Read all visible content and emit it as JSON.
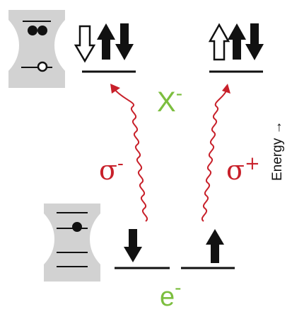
{
  "labels": {
    "trion": "X",
    "trion_sup": "-",
    "electron": "e",
    "electron_sup": "-",
    "sigma_minus": "σ",
    "sigma_minus_sup": "-",
    "sigma_plus": "σ",
    "sigma_plus_sup": "+",
    "energy_axis": "Energy →"
  },
  "colors": {
    "label_green": "#7cbe3f",
    "photon_red": "#c8202a",
    "dot_gray": "#d2d2d2",
    "black": "#111111"
  }
}
